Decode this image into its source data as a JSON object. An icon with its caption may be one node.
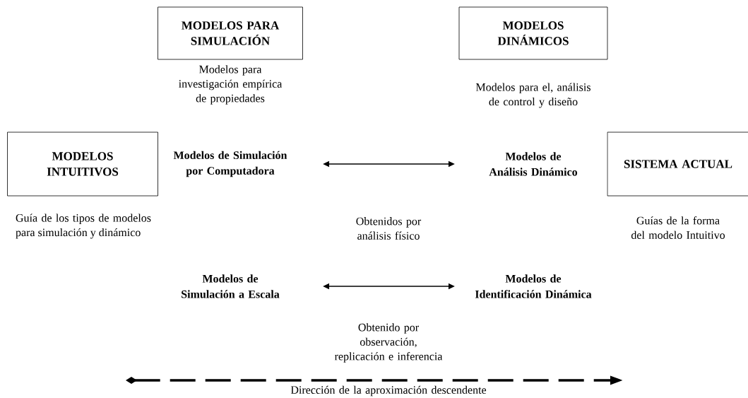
{
  "diagram": {
    "nodes": [
      {
        "text": [
          "MODELOS PARA SIMULACIÓN"
        ],
        "beside": [
          "Modelos para investigación empírica de propiedades"
        ]
      },
      {
        "text": [
          "MODELOS DINÁMICOS"
        ],
        "beside": [
          "Modelos para el, análisis de control y diseño"
        ]
      },
      {
        "text": [
          "MODELOS INTUITIVOS"
        ],
        "beside": [
          "Guía de los tipos de modelos para simulación y dinámico"
        ]
      },
      {
        "text": [
          "Modelos de Simulación por Computadora"
        ]
      },
      {
        "text": [
          "Modelos de Análisis Dinámico"
        ]
      },
      {
        "text": [
          "SISTEMA ACTUAL"
        ],
        "beside": [
          "Guías de la forma del modelo Intuitivo"
        ]
      },
      {
        "text": [
          "Modelos de Simulación a Escala"
        ]
      },
      {
        "text": [
          "Modelos de Identificación Dinámica"
        ]
      }
    ],
    "edges": [
      {
        "from": 3,
        "to": 4,
        "arrow": "both"
      },
      {
        "from": 6,
        "to": 7,
        "arrow": "both"
      }
    ],
    "labels": [
      "Obtenidos por análisis físico",
      "Obtenido por observación, replicación e inferencia",
      "Dirección de la aproximación descendente"
    ]
  }
}
